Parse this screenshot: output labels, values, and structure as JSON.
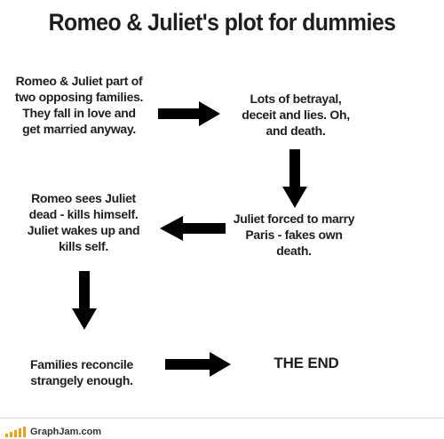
{
  "title": "Romeo & Juliet's plot for dummies",
  "steps": [
    {
      "id": "step1",
      "text": "Romeo & Juliet part of two opposing families. They fall in love and get married anyway."
    },
    {
      "id": "step2",
      "text": "Lots of betrayal, deceit and lies. Oh, and death."
    },
    {
      "id": "step3",
      "text": "Juliet forced to marry Paris - fakes own death."
    },
    {
      "id": "step4",
      "text": "Romeo sees Juliet dead - kills himself. Juliet wakes up and kills self."
    },
    {
      "id": "step5",
      "text": "Families reconcile strangely enough."
    },
    {
      "id": "step6",
      "text": "THE END"
    }
  ],
  "arrows": [
    {
      "from": "step1",
      "to": "step2",
      "direction": "right"
    },
    {
      "from": "step2",
      "to": "step3",
      "direction": "down"
    },
    {
      "from": "step3",
      "to": "step4",
      "direction": "left"
    },
    {
      "from": "step4",
      "to": "step5",
      "direction": "down"
    },
    {
      "from": "step5",
      "to": "step6",
      "direction": "right"
    }
  ],
  "footer": {
    "site": "GraphJam.com",
    "accent_color": "#e8a317"
  },
  "colors": {
    "text": "#1e1e1e",
    "arrow": "#000000"
  }
}
